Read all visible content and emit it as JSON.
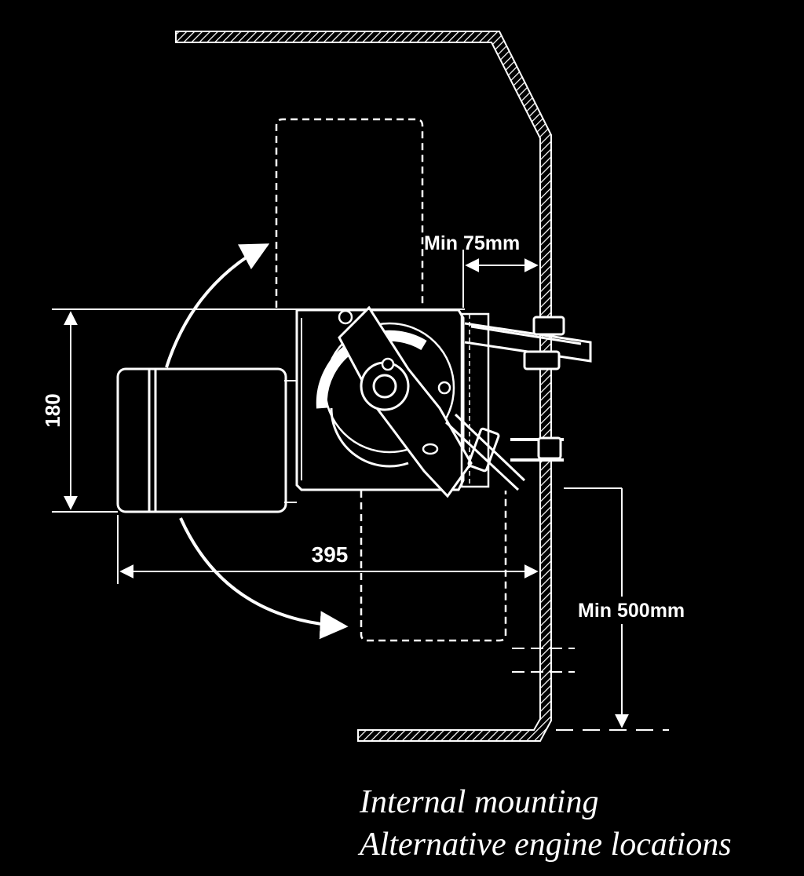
{
  "colors": {
    "background": "#000000",
    "line": "#ffffff"
  },
  "dimensions": {
    "height": "180",
    "width": "395",
    "min_clearance": "Min 75mm",
    "min_drop": "Min 500mm"
  },
  "caption": {
    "line1": "Internal mounting",
    "line2": "Alternative engine locations"
  }
}
